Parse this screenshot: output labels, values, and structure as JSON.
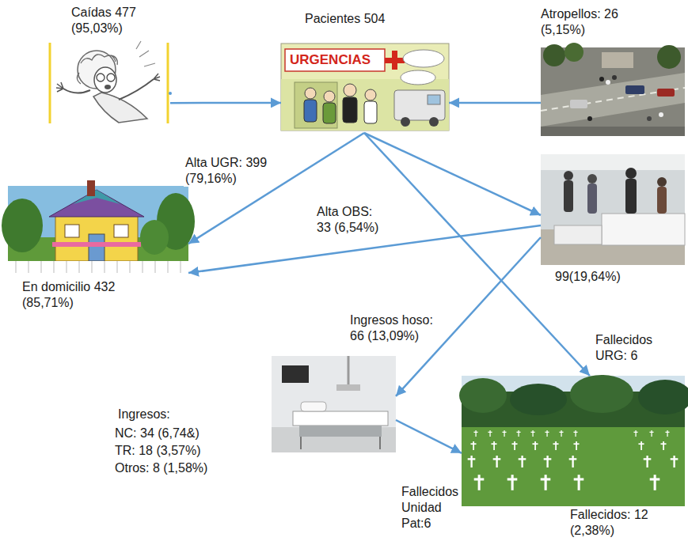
{
  "diagram": {
    "nodes": [
      {
        "text": [
          "Caídas 477 (95,03%)"
        ]
      },
      {
        "text": [
          "Pacientes 504"
        ]
      },
      {
        "text": [
          "Atropellos: 26 (5,15%)"
        ]
      },
      {
        "text": [
          "En domicilio 432 (85,71%)"
        ]
      },
      {
        "text": [
          "99(19,64%)"
        ]
      },
      {
        "text": [
          "Ingresos:",
          "NC: 34 (6,74&)",
          "TR: 18 (3,57%)",
          "Otros: 8 (1,58%)"
        ]
      },
      {
        "text": [
          "Fallecidos: 12 (2,38%)"
        ]
      }
    ],
    "edges": [
      {
        "from": 0,
        "to": 1,
        "arrow": "to"
      },
      {
        "from": 2,
        "to": 1,
        "arrow": "to"
      },
      {
        "from": 1,
        "to": 3,
        "label": "Alta UGR: 399 (79,16%)",
        "arrow": "to"
      },
      {
        "from": 1,
        "to": 4,
        "arrow": "to"
      },
      {
        "from": 4,
        "to": 3,
        "label": "Alta OBS: 33 (6,54%)",
        "arrow": "to"
      },
      {
        "from": 4,
        "to": 5,
        "label": "Ingresos hoso: 66 (13,09%)",
        "arrow": "to"
      },
      {
        "from": 1,
        "to": 6,
        "label": "Fallecidos URG: 6",
        "arrow": "to"
      },
      {
        "from": 5,
        "to": 6,
        "label": "Fallecidos Unidad Pat:6",
        "arrow": "to"
      }
    ],
    "labels": [
      "URGENCIAS"
    ]
  }
}
